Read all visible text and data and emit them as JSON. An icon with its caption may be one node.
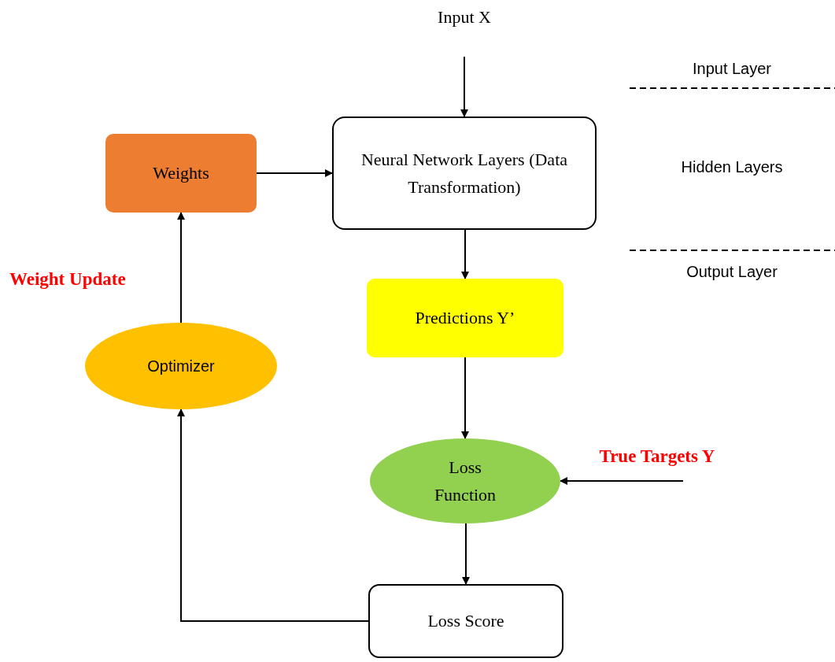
{
  "diagram": {
    "nodes": [
      {
        "text": [
          "Input X"
        ]
      },
      {
        "text": [
          "Weights"
        ]
      },
      {
        "text": [
          "Neural Network Layers (Data Transformation)"
        ]
      },
      {
        "text": [
          "Predictions Y’"
        ]
      },
      {
        "text": [
          "Optimizer"
        ]
      },
      {
        "text": [
          "Loss Function"
        ]
      },
      {
        "text": [
          "True Targets Y"
        ]
      },
      {
        "text": [
          "Loss Score"
        ]
      }
    ],
    "edges": [
      {
        "from": 0,
        "to": 2,
        "arrow": "to"
      },
      {
        "from": 1,
        "to": 2,
        "arrow": "to"
      },
      {
        "from": 2,
        "to": 3,
        "arrow": "to"
      },
      {
        "from": 3,
        "to": 5,
        "arrow": "to"
      },
      {
        "from": 6,
        "to": 5,
        "arrow": "to"
      },
      {
        "from": 5,
        "to": 7,
        "arrow": "to"
      },
      {
        "from": 7,
        "to": 4,
        "arrow": "to"
      },
      {
        "from": 4,
        "to": 1,
        "arrow": "to",
        "label": "Weight Update"
      }
    ],
    "labels": [
      "Input Layer",
      "Hidden Layers",
      "Output Layer"
    ]
  }
}
